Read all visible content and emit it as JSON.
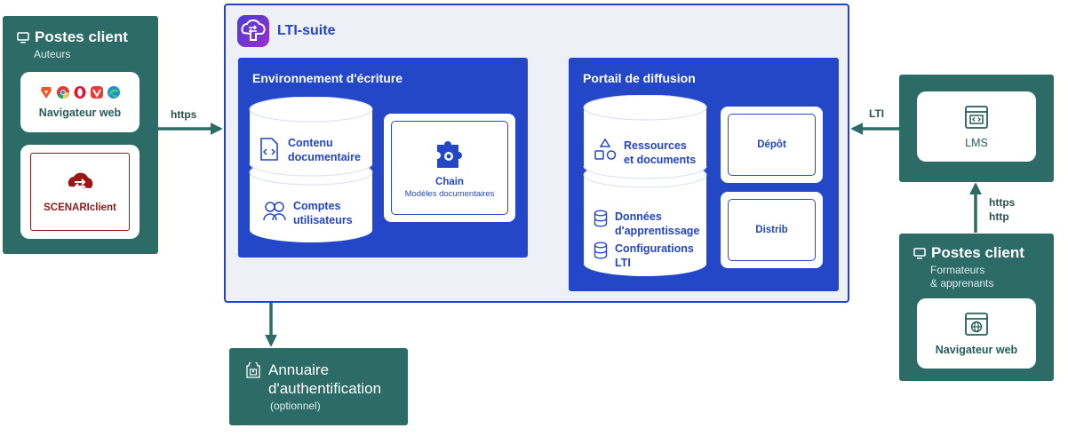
{
  "left_clients": {
    "title": "Postes client",
    "subtitle": "Auteurs",
    "browser_label": "Navigateur web",
    "scenari_label": "SCENARIclient"
  },
  "arrow_https": "https",
  "suite": {
    "title": "LTI-suite",
    "authoring": {
      "title": "Environnement d'écriture",
      "db_top_line1": "Contenu",
      "db_top_line2": "documentaire",
      "db_bottom_line1": "Comptes",
      "db_bottom_line2": "utilisateurs",
      "chain_title": "Chain",
      "chain_sub": "Modèles documentaires"
    },
    "portal": {
      "title": "Portail de diffusion",
      "db_top_line1": "Ressources",
      "db_top_line2": "et documents",
      "db_bottom_a_line1": "Données",
      "db_bottom_a_line2": "d'apprentissage",
      "db_bottom_b_line1": "Configurations",
      "db_bottom_b_line2": "LTI",
      "depot_label": "Dépôt",
      "distrib_label": "Distrib"
    }
  },
  "arrow_lti": "LTI",
  "lms": {
    "label": "LMS"
  },
  "arrow_https_http_line1": "https",
  "arrow_https_http_line2": "http",
  "right_clients": {
    "title": "Postes client",
    "subtitle_line1": "Formateurs",
    "subtitle_line2": "& apprenants",
    "browser_label": "Navigateur web"
  },
  "directory": {
    "title_line1": "Annuaire",
    "title_line2": "d'authentification",
    "subtitle": "(optionnel)"
  },
  "colors": {
    "teal": "#2c6b66",
    "blue": "#2447c8",
    "suite_bg": "#eef0f8"
  }
}
